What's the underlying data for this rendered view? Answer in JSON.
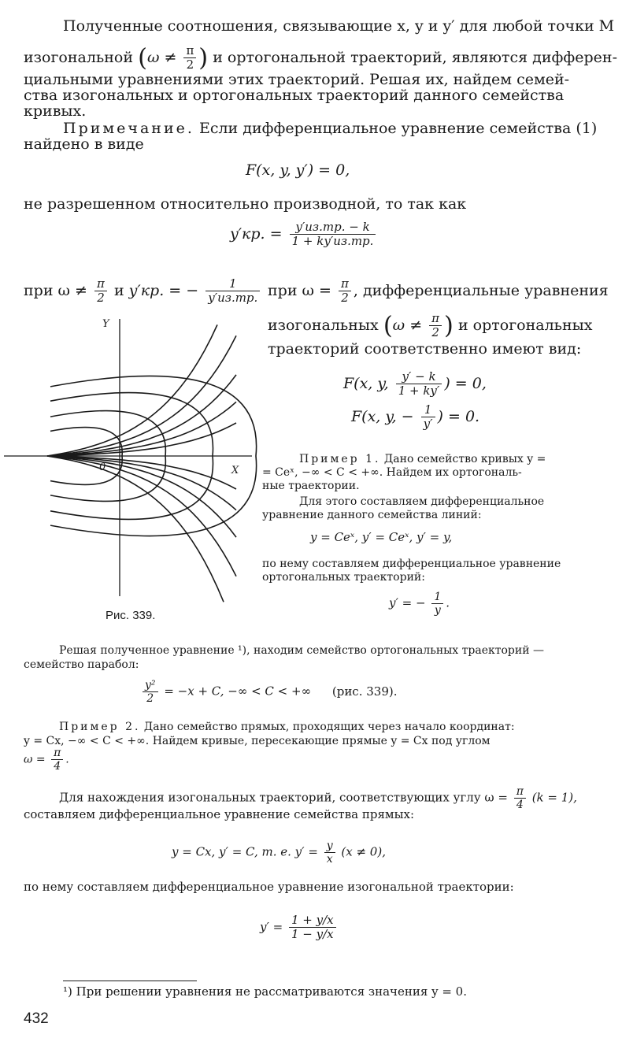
{
  "intro": {
    "l1": "Полученные соотношения, связывающие x, y и y′ для любой точки M",
    "l2a": "изогональной",
    "l2_omega": "ω ≠",
    "pi": "π",
    "two": "2",
    "l2b": "и ортогональной траекторий, являются дифферен-",
    "l3": "циальными уравнениями этих траекторий. Решая их, найдем семей-",
    "l4": "ства изогональных и ортогональных траекторий данного семейства",
    "l5": "кривых."
  },
  "note": {
    "head": "Примечание.",
    "l1rest": "Если дифференциальное уравнение семейства (1)",
    "l2": "найдено в виде",
    "eq1": "F(x, y, y′) = 0,",
    "l3": "не разрешенном относительно производной, то так как",
    "eq2_lhs": "y′кр. =",
    "eq2_num": "y′из.тр. − k",
    "eq2_den": "1 + ky′из.тр.",
    "l4_pre": "при ω ≠",
    "l4_and": "и",
    "l4_lhs": "y′кр. = −",
    "l4_num": "1",
    "l4_den": "y′из.тр.",
    "l4_post": "при ω =",
    "l4_tail": ", дифференциальные уравнения",
    "l5a": "изогональных",
    "l5_omega": "ω ≠",
    "l5b": "и ортогональных",
    "l6": "траекторий соответственно имеют вид:",
    "eq3_pre": "F(x, y,",
    "eq3_num": "y′ − k",
    "eq3_den": "1 + ky′",
    "eq3_post": ") = 0,",
    "eq4_pre": "F(x, y, −",
    "eq4_num": "1",
    "eq4_den": "y′",
    "eq4_post": ") = 0."
  },
  "example1": {
    "head": "Пример 1.",
    "l1rest": "Дано семейство кривых y =",
    "l2": "= Ceˣ, −∞ < C < +∞. Найдем их ортогональ-",
    "l3": "ные траектории.",
    "l4": "Для этого составляем дифференциальное",
    "l5": "уравнение данного семейства линий:",
    "eq1": "y = Ceˣ,        y′ = Ceˣ,        y′ = y,",
    "l6": "по нему составляем дифференциальное уравнение",
    "l7": "ортогональных траекторий:",
    "eq2_lhs": "y′ = −",
    "eq2_num": "1",
    "eq2_den": "y",
    "eq2_post": "."
  },
  "figure": {
    "axis_y": "Y",
    "axis_x": "X",
    "origin": "0",
    "caption": "Рис. 339."
  },
  "solution": {
    "l1": "Решая полученное уравнение ¹), находим семейство ортогональных траекторий —",
    "l2": "семейство парабол:",
    "eq_num": "y²",
    "eq_den": "2",
    "eq_rest": "= −x + C,       −∞ < C < +∞",
    "eq_ref": "(рис. 339)."
  },
  "example2": {
    "head": "Пример 2.",
    "l1rest": "Дано семейство прямых, проходящих через начало координат:",
    "l2": "y = Cx, −∞ < C < +∞. Найдем кривые, пересекающие прямые y = Cx под углом",
    "l3_pre": "ω =",
    "l3_num": "π",
    "l3_den": "4",
    "l3_post": ".",
    "l4_pre": "Для нахождения изогональных траекторий, соответствующих углу ω =",
    "l4_post": "(k = 1),",
    "l5": "составляем дифференциальное уравнение семейства прямых:",
    "eq1_pre": "y = Cx, y′ = C,   т. е.   y′ =",
    "eq1_num": "y",
    "eq1_den": "x",
    "eq1_post": "(x ≠ 0),",
    "l6": "по нему составляем дифференциальное уравнение изогональной траектории:",
    "eq2_lhs": "y′ =",
    "eq2_num": "1 + y/x",
    "eq2_den": "1 − y/x"
  },
  "footnote": "¹) При решении уравнения не рассматриваются значения y = 0.",
  "page_number": "432"
}
